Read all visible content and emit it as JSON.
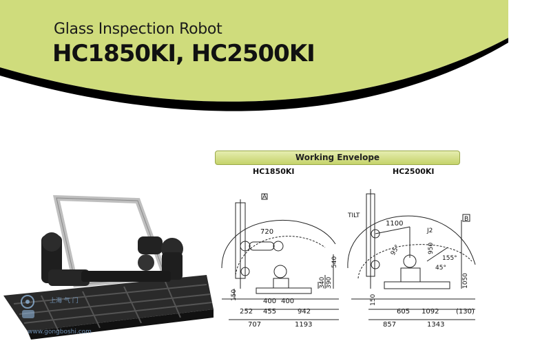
{
  "header": {
    "subtitle": "Glass Inspection Robot",
    "title": "HC1850KI, HC2500KI"
  },
  "section": {
    "banner": "Working Envelope"
  },
  "models": {
    "left": "HC1850KI",
    "right": "HC2500KI"
  },
  "diagram_left": {
    "view_marker": "A",
    "dims": {
      "reach": "720",
      "height_a": "540",
      "height_b": "390",
      "height_c": "340",
      "base_h": "150",
      "base_a": "400",
      "base_b": "400",
      "off_a": "252",
      "off_b": "455",
      "off_c": "942",
      "total_a": "707",
      "total_b": "1193"
    }
  },
  "diagram_right": {
    "view_marker": "B",
    "tilt_label": "TILT",
    "joint_label": "J2",
    "dims": {
      "reach": "1100",
      "angle_a": "95°",
      "arm_a": "950",
      "angle_b": "155°",
      "angle_c": "45°",
      "height": "1050",
      "base_h": "150",
      "off_a": "605",
      "off_b": "1092",
      "clearance": "(130)",
      "total_a": "857",
      "total_b": "1343"
    }
  },
  "watermark": {
    "line1": "上海 气 门",
    "line2": "www.gongboshi.com"
  },
  "colors": {
    "accent": "#cfdc7c",
    "swoosh": "#000000"
  }
}
